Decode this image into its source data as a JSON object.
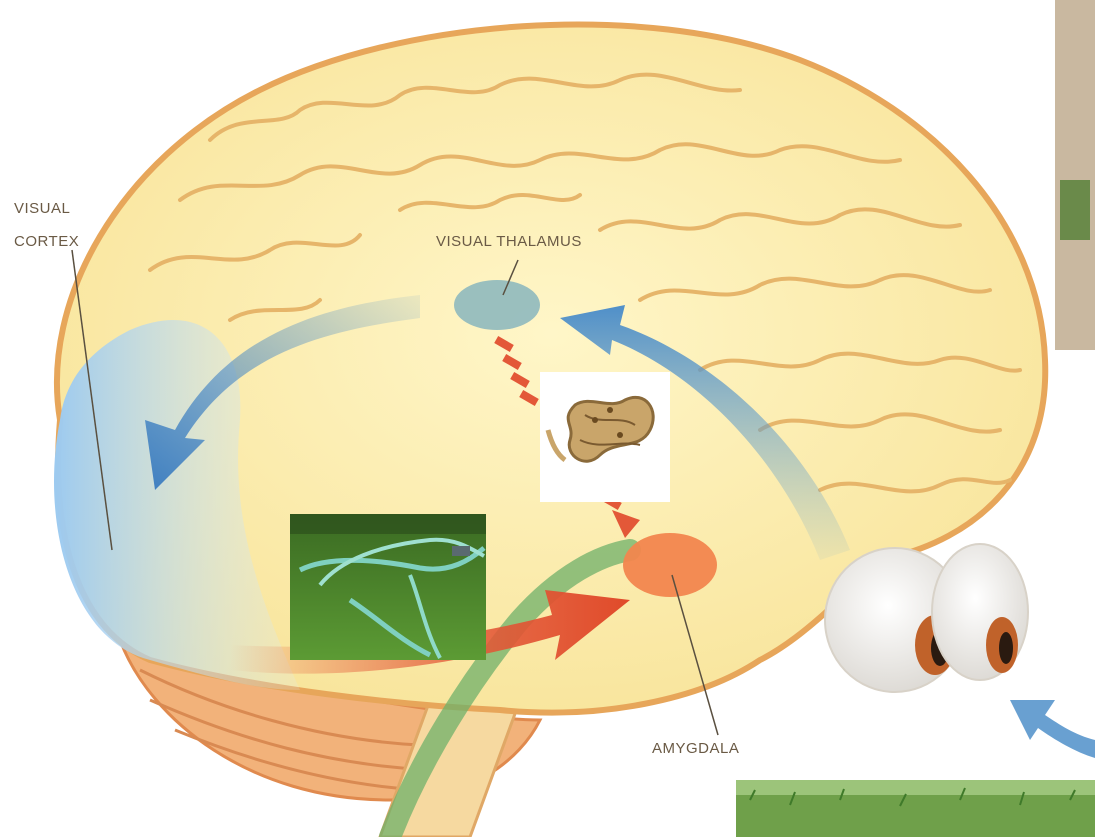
{
  "labels": {
    "visual_cortex_line1": "VISUAL",
    "visual_cortex_line2": "CORTEX",
    "visual_thalamus": "VISUAL THALAMUS",
    "amygdala": "AMYGDALA"
  },
  "colors": {
    "brain_fill": "#fbeeb0",
    "brain_outline": "#e7a65a",
    "cerebellum": "#f2b27a",
    "visual_cortex_region": "#a9d3f0",
    "thalamus": "#8fb9be",
    "amygdala": "#f2864e",
    "red_pathway": "#e35838",
    "blue_pathway": "#4f8fc9",
    "green_pathway": "#6fb06a",
    "grass": "#4d8a2e"
  },
  "icons": [
    "snake-icon",
    "garden-hose-photo",
    "grass-photo",
    "eyeball-icon"
  ]
}
